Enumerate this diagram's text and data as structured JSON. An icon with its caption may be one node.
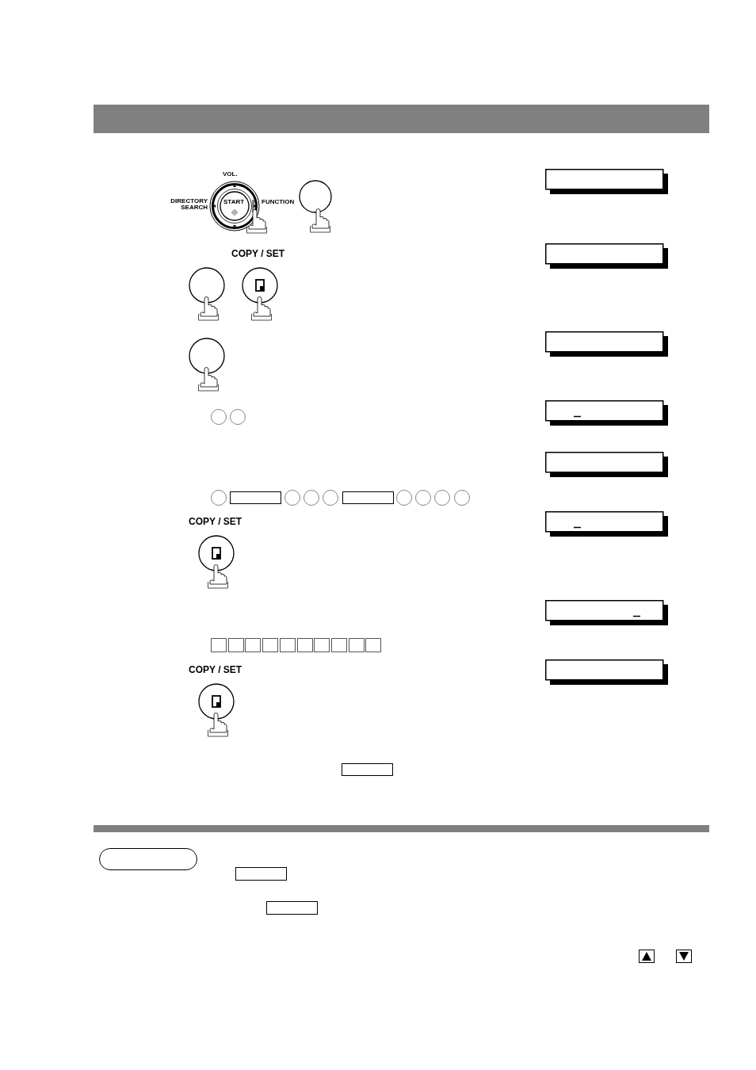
{
  "diagram": {
    "labels": [
      "VOL.",
      "DIRECTORY SEARCH",
      "START",
      "FUNCTION",
      "COPY / SET",
      "COPY / SET",
      "COPY / SET"
    ]
  }
}
